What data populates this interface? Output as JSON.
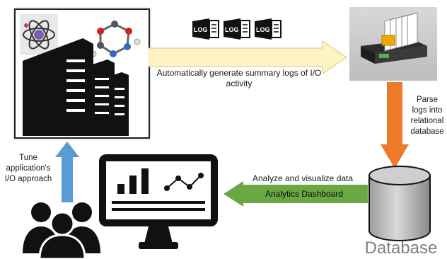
{
  "log_icons": [
    {
      "label": "LOG"
    },
    {
      "label": "LOG"
    },
    {
      "label": "LOG"
    }
  ],
  "labels": {
    "generate_logs": "Automatically generate summary logs of I/O activity",
    "parse_logs": "Parse logs into relational database",
    "analyze": "Analyze and visualize data",
    "dashboard": "Analytics Dashboard",
    "tune": "Tune application's I/O approach",
    "database": "Database"
  },
  "colors": {
    "yellow_arrow": "#fdf3c4",
    "orange_arrow": "#ec7a28",
    "green_arrow": "#6aa845",
    "blue_arrow": "#5b9bd5",
    "database_label": "#7f7f7f"
  }
}
